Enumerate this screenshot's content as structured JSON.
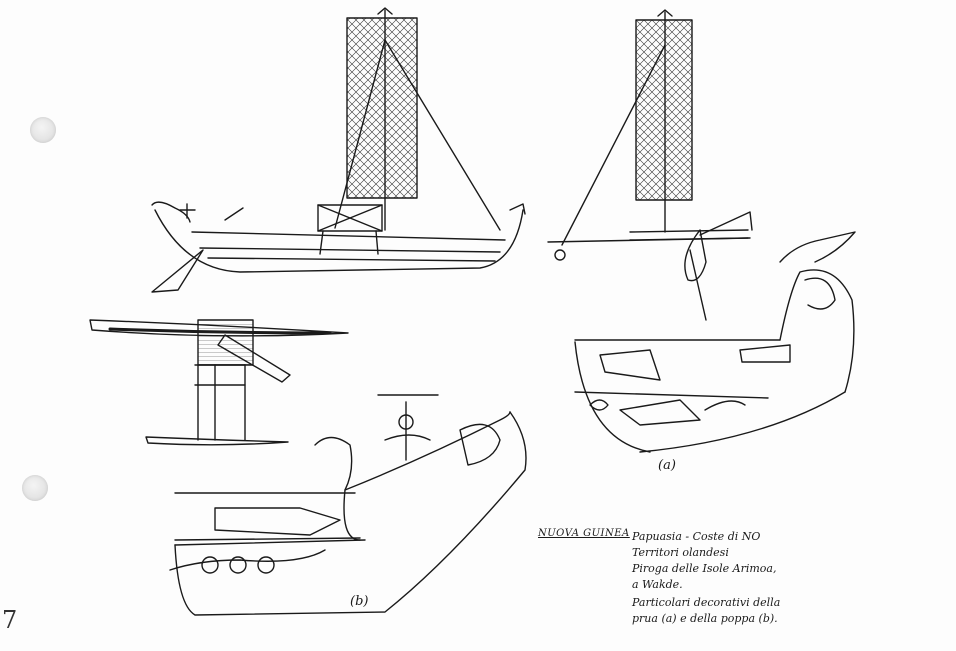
{
  "figure_labels": {
    "a": "(a)",
    "b": "(b)"
  },
  "corner_mark": "7",
  "caption": {
    "title": "NUOVA GUINEA",
    "lines": [
      "Papuasia - Coste di NO",
      "Territori olandesi",
      "Piroga delle Isole Arimoa,",
      "a Wakde.",
      "Particolari decorativi della",
      "prua (a) e della poppa (b)."
    ]
  }
}
